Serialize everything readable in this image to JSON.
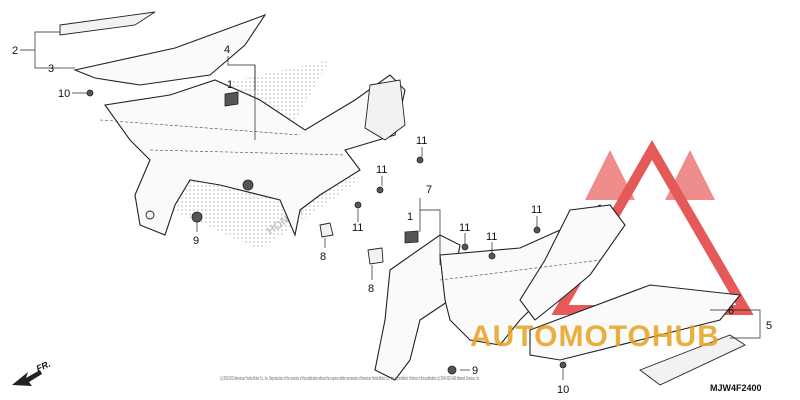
{
  "diagram": {
    "part_callouts": [
      "1",
      "2",
      "3",
      "4",
      "5",
      "6",
      "7",
      "8",
      "9",
      "10",
      "11"
    ],
    "callout_positions_note": "",
    "labels": [
      {
        "id": "c2",
        "text": "2"
      },
      {
        "id": "c3",
        "text": "3"
      },
      {
        "id": "c4",
        "text": "4"
      },
      {
        "id": "c1a",
        "text": "1"
      },
      {
        "id": "c10a",
        "text": "10"
      },
      {
        "id": "c11a",
        "text": "11"
      },
      {
        "id": "c11b",
        "text": "11"
      },
      {
        "id": "c11c",
        "text": "11"
      },
      {
        "id": "c9a",
        "text": "9"
      },
      {
        "id": "c8a",
        "text": "8"
      },
      {
        "id": "c7",
        "text": "7"
      },
      {
        "id": "c1b",
        "text": "1"
      },
      {
        "id": "c11d",
        "text": "11"
      },
      {
        "id": "c11e",
        "text": "11"
      },
      {
        "id": "c11f",
        "text": "11"
      },
      {
        "id": "c8b",
        "text": "8"
      },
      {
        "id": "c6",
        "text": "6"
      },
      {
        "id": "c5",
        "text": "5"
      },
      {
        "id": "c9b",
        "text": "9"
      },
      {
        "id": "c10b",
        "text": "10"
      }
    ],
    "brand_mark_left": "HONDA",
    "direction_label": "FR.",
    "drawing_code": "MJW4F2400",
    "copyright": "(c) 2003-2019 American Honda Motor Co., Inc. Reproduction of the contents of this publication without the express written permission of American Honda Motor Co., Inc. is prohibited. Portions of this publication (c) 2004-2019 ARI Network Services, Inc.",
    "watermark_text": "AUTOMOTOHUB",
    "colors": {
      "watermark_primary": "#e8a020",
      "watermark_secondary": "#1f2a44",
      "watermark_logo": "#e03030",
      "line": "#222222",
      "brand_dots": "#b0b0b0"
    }
  }
}
